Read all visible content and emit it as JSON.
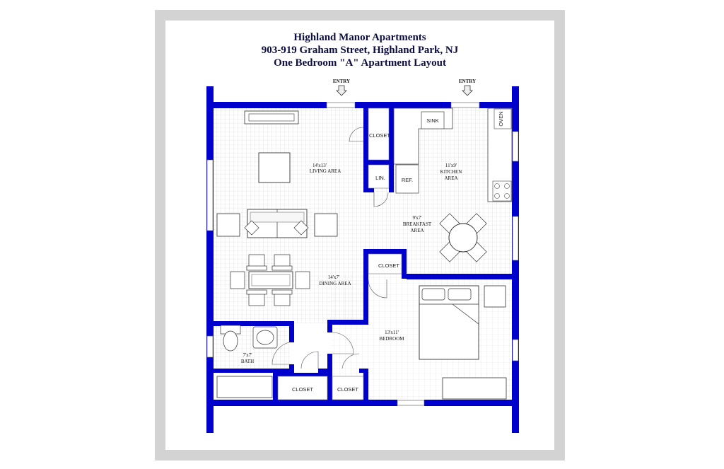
{
  "header": {
    "line1": "Highland Manor Apartments",
    "line2": "903-919 Graham Street, Highland Park, NJ",
    "line3": "One Bedroom \"A\" Apartment Layout"
  },
  "entries": {
    "left": "ENTRY",
    "right": "ENTRY"
  },
  "rooms": {
    "living": {
      "size": "14'x13'",
      "name": "LIVING AREA"
    },
    "kitchen": {
      "size": "11'x9'",
      "name1": "KITCHEN",
      "name2": "AREA"
    },
    "breakfast": {
      "size": "9'x7'",
      "name1": "BREAKFAST",
      "name2": "AREA"
    },
    "dining": {
      "size": "14'x7'",
      "name": "DINING AREA"
    },
    "bedroom": {
      "size": "13'x11'",
      "name": "BEDROOM"
    },
    "bath": {
      "size": "7'x7'",
      "name": "BATH"
    }
  },
  "fixtures": {
    "closet_top": "CLOSET",
    "linen": "LIN.",
    "refrigerator": "REF.",
    "sink": "SINK",
    "oven": "OVEN",
    "closet_bedroom": "CLOSET",
    "closet_bath_hall": "CLOSET",
    "closet_hall": "CLOSET"
  },
  "colors": {
    "wall": "#0000cc",
    "floor_grid": "#d0d0d0",
    "frame": "#d3d3d3",
    "title": "#0d0d40"
  }
}
